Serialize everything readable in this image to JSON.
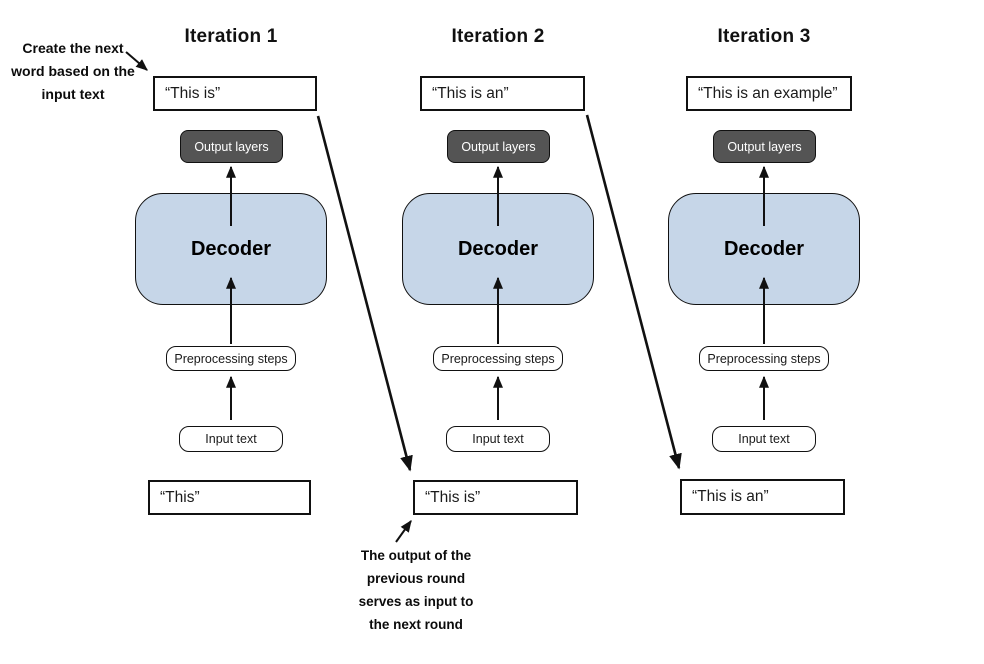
{
  "colors": {
    "background": "#ffffff",
    "ink": "#111111",
    "decoder_fill": "#c6d6e8",
    "output_layers_fill": "#545454",
    "output_layers_text": "#ffffff"
  },
  "annotations": {
    "create_next_word": {
      "lines": [
        "Create the next",
        "word based on the",
        "input text"
      ]
    },
    "output_feedback": {
      "lines": [
        "The output of the",
        "previous round",
        "serves as input to",
        "the next round"
      ]
    }
  },
  "iterations": [
    {
      "title": "Iteration 1",
      "generated_text": "“This is”",
      "output_layers_label": "Output layers",
      "decoder_label": "Decoder",
      "preprocessing_label": "Preprocessing steps",
      "input_box_label": "Input text",
      "input_text": "“This”"
    },
    {
      "title": "Iteration 2",
      "generated_text": "“This is an”",
      "output_layers_label": "Output layers",
      "decoder_label": "Decoder",
      "preprocessing_label": "Preprocessing steps",
      "input_box_label": "Input text",
      "input_text": "“This is”"
    },
    {
      "title": "Iteration 3",
      "generated_text": "“This is an example”",
      "output_layers_label": "Output layers",
      "decoder_label": "Decoder",
      "preprocessing_label": "Preprocessing steps",
      "input_box_label": "Input text",
      "input_text": "“This is an”"
    }
  ]
}
